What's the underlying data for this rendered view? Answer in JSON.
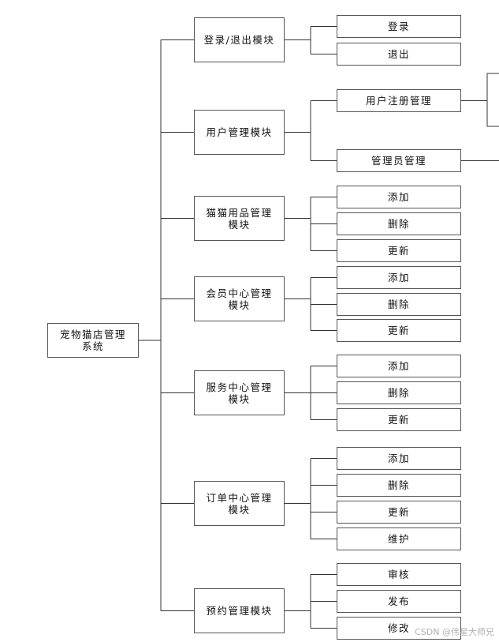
{
  "root": "宠物猫店管理\n系统",
  "modules": [
    {
      "label": "登录/退出模块",
      "children": [
        "登录",
        "退出"
      ]
    },
    {
      "label": "用户管理模块",
      "children": [
        "用户注册管理",
        "管理员管理"
      ]
    },
    {
      "label": "猫猫用品管理\n模块",
      "children": [
        "添加",
        "删除",
        "更新"
      ]
    },
    {
      "label": "会员中心管理\n模块",
      "children": [
        "添加",
        "删除",
        "更新"
      ]
    },
    {
      "label": "服务中心管理\n模块",
      "children": [
        "添加",
        "删除",
        "更新"
      ]
    },
    {
      "label": "订单中心管理\n模块",
      "children": [
        "添加",
        "删除",
        "更新",
        "维护"
      ]
    },
    {
      "label": "预约管理模块",
      "children": [
        "审核",
        "发布",
        "修改"
      ]
    }
  ],
  "watermark": "CSDN @伟星大师兄"
}
